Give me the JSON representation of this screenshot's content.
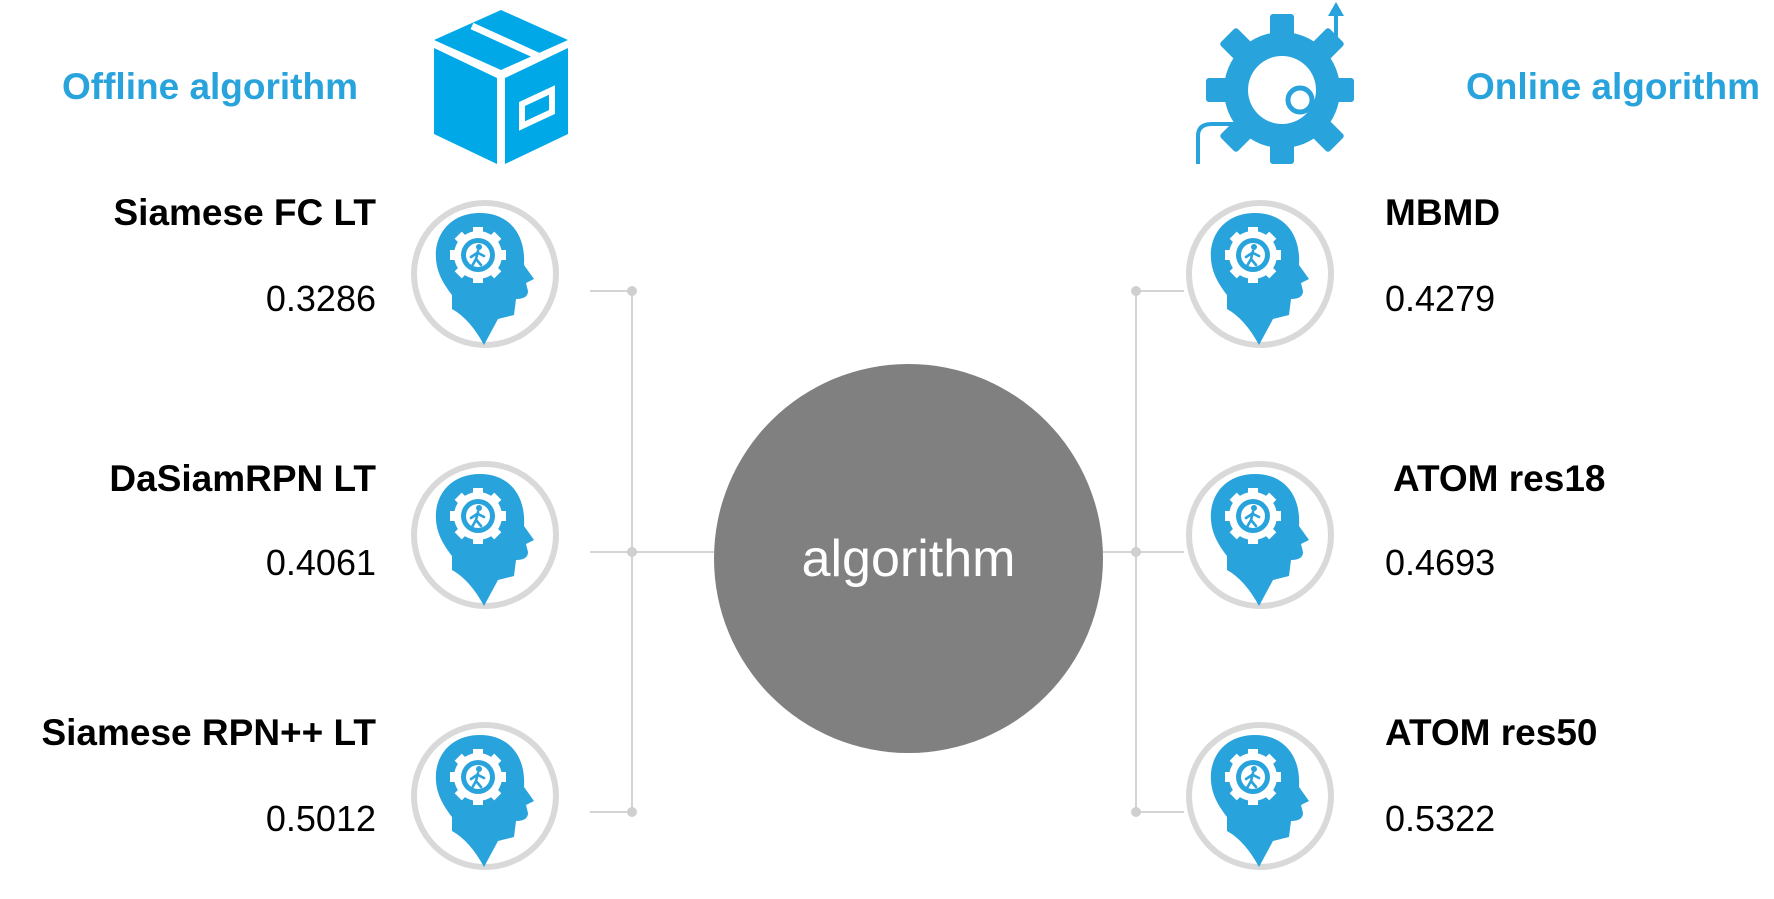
{
  "colors": {
    "accent": "#29a3dc",
    "box_blue": "#00a8e8",
    "hub": "#808080",
    "ring": "#d9d9d9",
    "connector": "#d4d4d4"
  },
  "offline": {
    "title": "Offline algorithm",
    "icon": "box-icon",
    "items": [
      {
        "name": "Siamese FC LT",
        "score": "0.3286"
      },
      {
        "name": "DaSiamRPN LT",
        "score": "0.4061"
      },
      {
        "name": "Siamese RPN++ LT",
        "score": "0.5012"
      }
    ]
  },
  "online": {
    "title": "Online algorithm",
    "icon": "gear-process-icon",
    "items": [
      {
        "name": "MBMD",
        "score": "0.4279"
      },
      {
        "name": "ATOM res18",
        "score": "0.4693"
      },
      {
        "name": "ATOM res50",
        "score": "0.5322"
      }
    ]
  },
  "hub": {
    "label": "algorithm"
  }
}
